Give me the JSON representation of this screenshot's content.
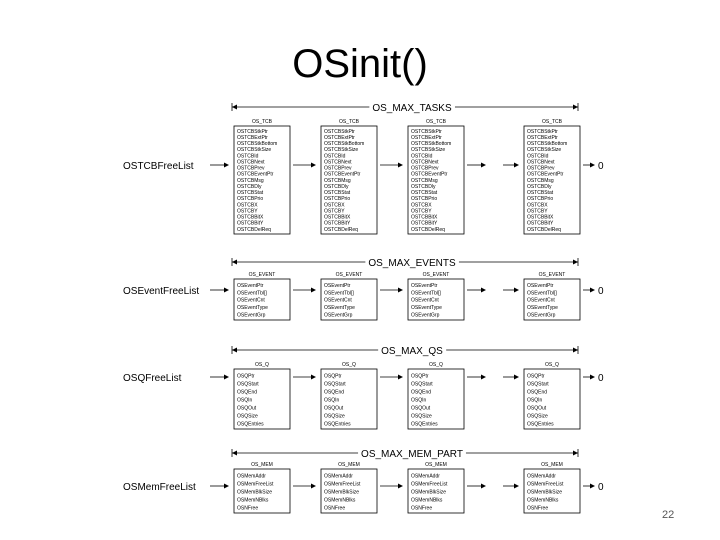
{
  "slide": {
    "title": "OSinit()",
    "page_number": "22"
  },
  "diagram": {
    "sections": [
      {
        "span_label": "OS_MAX_TASKS",
        "list_label": "OSTCBFreeList",
        "terminator": "0",
        "boxes": [
          {
            "header": "OS_TCB",
            "fields": [
              "OSTCBStkPtr",
              "OSTCBExtPtr",
              "OSTCBStkBottom",
              "OSTCBStkSize",
              "OSTCBId",
              "OSTCBNext",
              "OSTCBPrev",
              "OSTCBEventPtr",
              "OSTCBMsg",
              "OSTCBDly",
              "OSTCBStat",
              "OSTCBPrio",
              "OSTCBX",
              "OSTCBY",
              "OSTCBBitX",
              "OSTCBBitY",
              "OSTCBDelReq"
            ]
          },
          {
            "header": "OS_TCB",
            "fields": [
              "OSTCBStkPtr",
              "OSTCBExtPtr",
              "OSTCBStkBottom",
              "OSTCBStkSize",
              "OSTCBId",
              "OSTCBNext",
              "OSTCBPrev",
              "OSTCBEventPtr",
              "OSTCBMsg",
              "OSTCBDly",
              "OSTCBStat",
              "OSTCBPrio",
              "OSTCBX",
              "OSTCBY",
              "OSTCBBitX",
              "OSTCBBitY",
              "OSTCBDelReq"
            ]
          },
          {
            "header": "OS_TCB",
            "fields": [
              "OSTCBStkPtr",
              "OSTCBExtPtr",
              "OSTCBStkBottom",
              "OSTCBStkSize",
              "OSTCBId",
              "OSTCBNext",
              "OSTCBPrev",
              "OSTCBEventPtr",
              "OSTCBMsg",
              "OSTCBDly",
              "OSTCBStat",
              "OSTCBPrio",
              "OSTCBX",
              "OSTCBY",
              "OSTCBBitX",
              "OSTCBBitY",
              "OSTCBDelReq"
            ]
          },
          {
            "header": "OS_TCB",
            "fields": [
              "OSTCBStkPtr",
              "OSTCBExtPtr",
              "OSTCBStkBottom",
              "OSTCBStkSize",
              "OSTCBId",
              "OSTCBNext",
              "OSTCBPrev",
              "OSTCBEventPtr",
              "OSTCBMsg",
              "OSTCBDly",
              "OSTCBStat",
              "OSTCBPrio",
              "OSTCBX",
              "OSTCBY",
              "OSTCBBitX",
              "OSTCBBitY",
              "OSTCBDelReq"
            ]
          }
        ]
      },
      {
        "span_label": "OS_MAX_EVENTS",
        "list_label": "OSEventFreeList",
        "terminator": "0",
        "boxes": [
          {
            "header": "OS_EVENT",
            "fields": [
              "OSEventPtr",
              "OSEventTbl[]",
              "OSEventCnt",
              "OSEventType",
              "OSEventGrp"
            ]
          },
          {
            "header": "OS_EVENT",
            "fields": [
              "OSEventPtr",
              "OSEventTbl[]",
              "OSEventCnt",
              "OSEventType",
              "OSEventGrp"
            ]
          },
          {
            "header": "OS_EVENT",
            "fields": [
              "OSEventPtr",
              "OSEventTbl[]",
              "OSEventCnt",
              "OSEventType",
              "OSEventGrp"
            ]
          },
          {
            "header": "OS_EVENT",
            "fields": [
              "OSEventPtr",
              "OSEventTbl[]",
              "OSEventCnt",
              "OSEventType",
              "OSEventGrp"
            ]
          }
        ]
      },
      {
        "span_label": "OS_MAX_QS",
        "list_label": "OSQFreeList",
        "terminator": "0",
        "boxes": [
          {
            "header": "OS_Q",
            "fields": [
              "OSQPtr",
              "OSQStart",
              "OSQEnd",
              "OSQIn",
              "OSQOut",
              "OSQSize",
              "OSQEntries"
            ]
          },
          {
            "header": "OS_Q",
            "fields": [
              "OSQPtr",
              "OSQStart",
              "OSQEnd",
              "OSQIn",
              "OSQOut",
              "OSQSize",
              "OSQEntries"
            ]
          },
          {
            "header": "OS_Q",
            "fields": [
              "OSQPtr",
              "OSQStart",
              "OSQEnd",
              "OSQIn",
              "OSQOut",
              "OSQSize",
              "OSQEntries"
            ]
          },
          {
            "header": "OS_Q",
            "fields": [
              "OSQPtr",
              "OSQStart",
              "OSQEnd",
              "OSQIn",
              "OSQOut",
              "OSQSize",
              "OSQEntries"
            ]
          }
        ]
      },
      {
        "span_label": "OS_MAX_MEM_PART",
        "list_label": "OSMemFreeList",
        "terminator": "0",
        "boxes": [
          {
            "header": "OS_MEM",
            "fields": [
              "OSMemAddr",
              "OSMemFreeList",
              "OSMemBlkSize",
              "OSMemNBlks",
              "OSNFree"
            ]
          },
          {
            "header": "OS_MEM",
            "fields": [
              "OSMemAddr",
              "OSMemFreeList",
              "OSMemBlkSize",
              "OSMemNBlks",
              "OSNFree"
            ]
          },
          {
            "header": "OS_MEM",
            "fields": [
              "OSMemAddr",
              "OSMemFreeList",
              "OSMemBlkSize",
              "OSMemNBlks",
              "OSNFree"
            ]
          },
          {
            "header": "OS_MEM",
            "fields": [
              "OSMemAddr",
              "OSMemFreeList",
              "OSMemBlkSize",
              "OSMemNBlks",
              "OSNFree"
            ]
          }
        ]
      }
    ]
  }
}
